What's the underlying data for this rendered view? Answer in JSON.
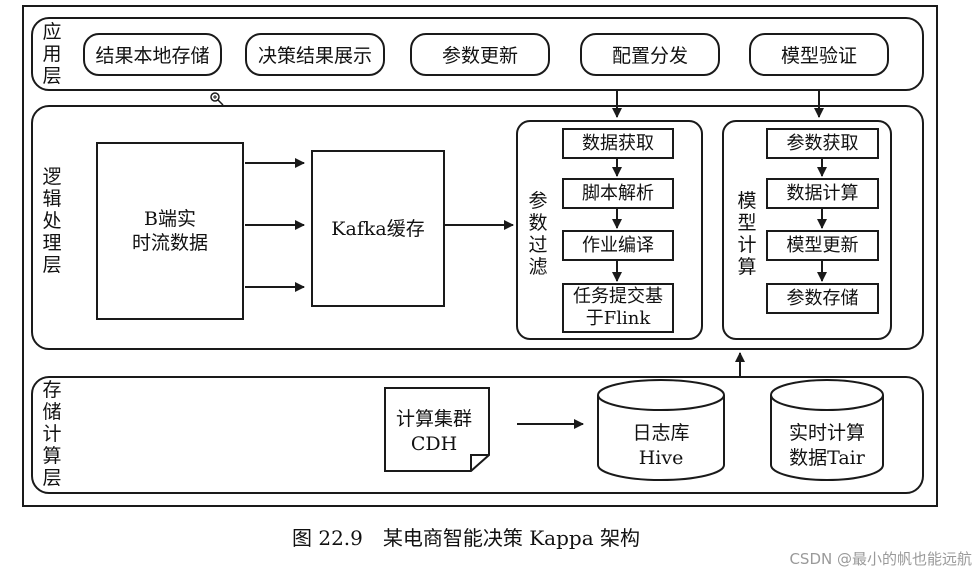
{
  "layers": {
    "application": {
      "label": "应用层",
      "items": [
        "结果本地存储",
        "决策结果展示",
        "参数更新",
        "配置分发",
        "模型验证"
      ]
    },
    "logic": {
      "label": "逻辑处理层",
      "source": "B端实\n时流数据",
      "cache": "Kafka缓存",
      "param_filter": {
        "label": "参数过滤",
        "steps": [
          "数据获取",
          "脚本解析",
          "作业编译",
          "任务提交基\n于Flink"
        ]
      },
      "model_calc": {
        "label": "模型计算",
        "steps": [
          "参数获取",
          "数据计算",
          "模型更新",
          "参数存储"
        ]
      }
    },
    "storage": {
      "label": "存储计算层",
      "cluster": "计算集群\nCDH",
      "hive": [
        "日志库",
        "Hive"
      ],
      "tair": [
        "实时计算",
        "数据Tair"
      ]
    }
  },
  "caption": "图 22.9　某电商智能决策 Kappa 架构",
  "watermark": "CSDN @最小的帆也能远航"
}
